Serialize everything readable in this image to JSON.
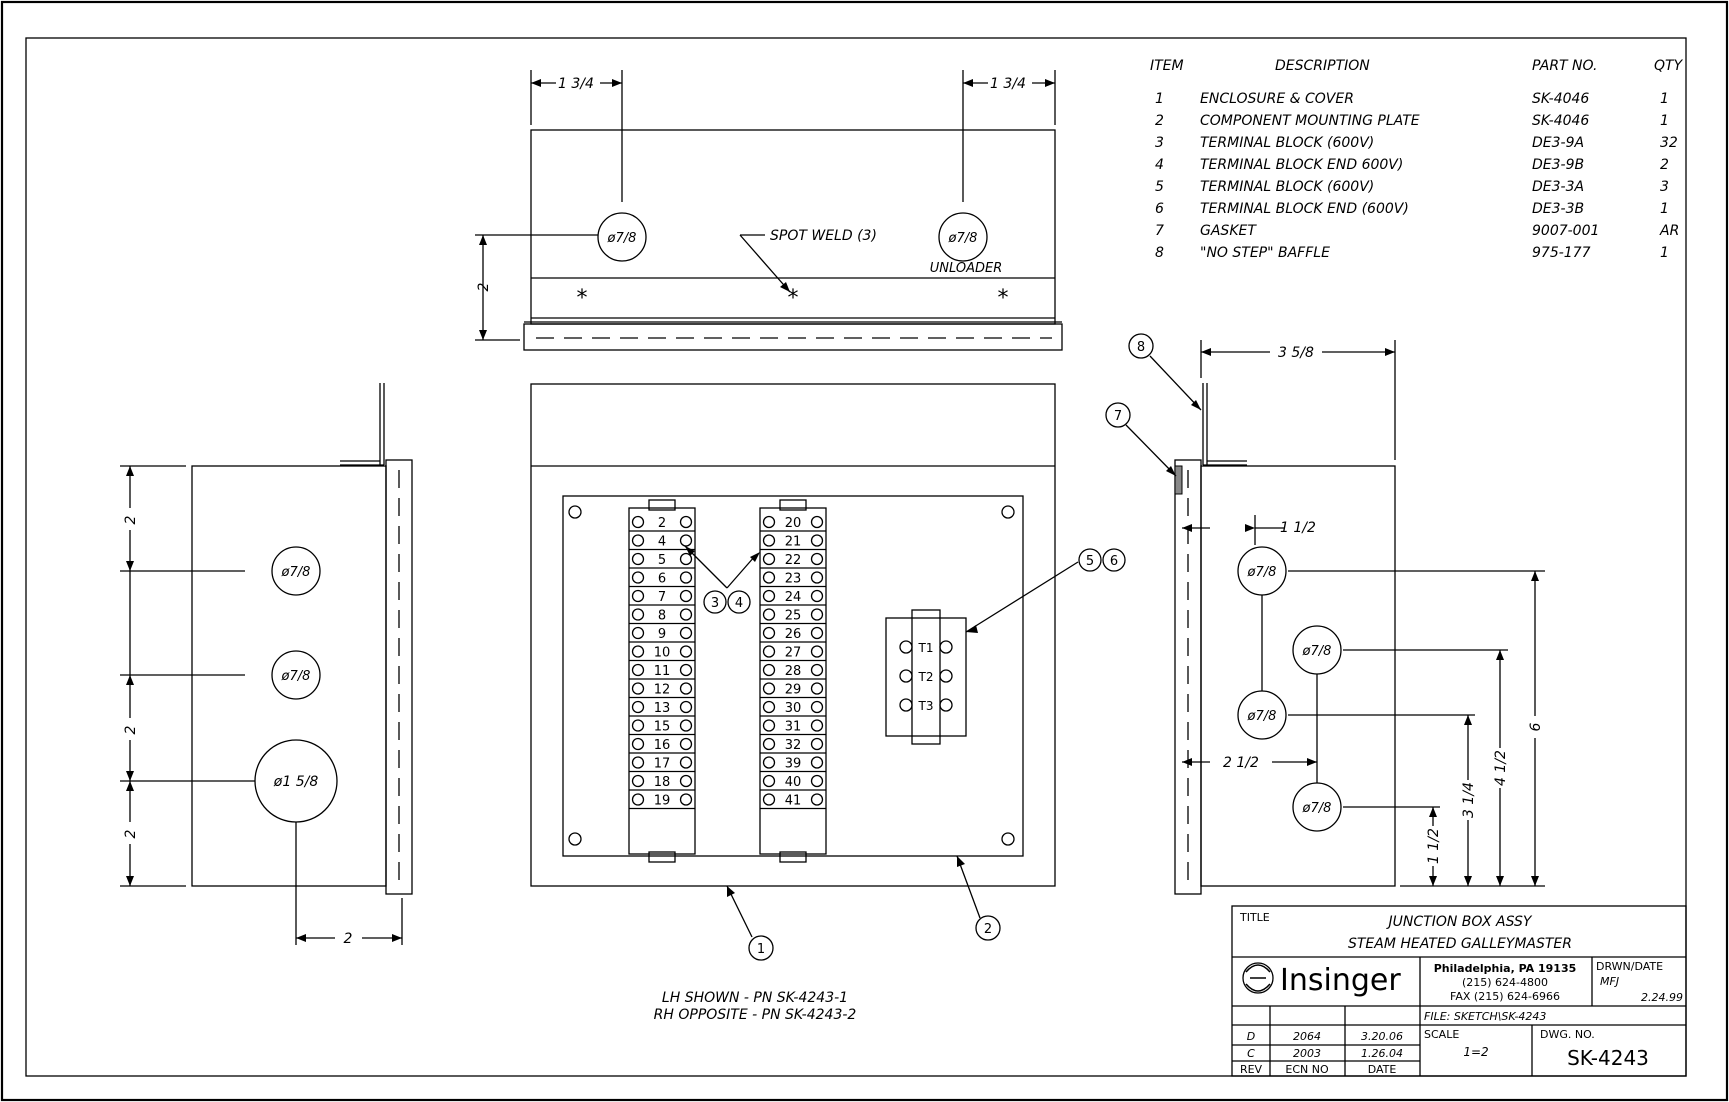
{
  "parts_table": {
    "headers": {
      "item": "ITEM",
      "description": "DESCRIPTION",
      "part_no": "PART NO.",
      "qty": "QTY"
    },
    "rows": [
      {
        "item": "1",
        "description": "ENCLOSURE & COVER",
        "part_no": "SK-4046",
        "qty": "1"
      },
      {
        "item": "2",
        "description": "COMPONENT MOUNTING PLATE",
        "part_no": "SK-4046",
        "qty": "1"
      },
      {
        "item": "3",
        "description": "TERMINAL BLOCK (600V)",
        "part_no": "DE3-9A",
        "qty": "32"
      },
      {
        "item": "4",
        "description": "TERMINAL BLOCK END 600V)",
        "part_no": "DE3-9B",
        "qty": "2"
      },
      {
        "item": "5",
        "description": "TERMINAL BLOCK (600V)",
        "part_no": "DE3-3A",
        "qty": "3"
      },
      {
        "item": "6",
        "description": "TERMINAL BLOCK END (600V)",
        "part_no": "DE3-3B",
        "qty": "1"
      },
      {
        "item": "7",
        "description": "GASKET",
        "part_no": "9007-001",
        "qty": "AR"
      },
      {
        "item": "8",
        "description": "\"NO STEP\" BAFFLE",
        "part_no": "975-177",
        "qty": "1"
      }
    ]
  },
  "top_view": {
    "dim_left": "1 3/4",
    "dim_right": "1 3/4",
    "dim_height": "2",
    "hole_left": "ø7/8",
    "hole_right": "ø7/8",
    "spot_weld": "SPOT WELD (3)",
    "unloader": "UNLOADER"
  },
  "left_view": {
    "dim_v1": "2",
    "dim_v2": "2",
    "dim_v3": "2",
    "dim_bottom": "2",
    "hole1": "ø7/8",
    "hole2": "ø7/8",
    "hole3": "ø1 5/8"
  },
  "front_view": {
    "left_strip": [
      "2",
      "4",
      "5",
      "6",
      "7",
      "8",
      "9",
      "10",
      "11",
      "12",
      "13",
      "15",
      "16",
      "17",
      "18",
      "19"
    ],
    "right_strip": [
      "20",
      "21",
      "22",
      "23",
      "24",
      "25",
      "26",
      "27",
      "28",
      "29",
      "30",
      "31",
      "32",
      "39",
      "40",
      "41"
    ],
    "t_block": [
      "T1",
      "T2",
      "T3"
    ],
    "note_line1": "LH SHOWN - PN SK-4243-1",
    "note_line2": "RH OPPOSITE - PN SK-4243-2"
  },
  "balloons": {
    "b1": "1",
    "b2": "2",
    "b3": "3",
    "b4": "4",
    "b5": "5",
    "b6": "6",
    "b7": "7",
    "b8": "8"
  },
  "right_view": {
    "dim_width": "3 5/8",
    "dim_1_1_2": "1 1/2",
    "dim_2_1_2": "2 1/2",
    "dim_v_1_1_2": "1 1/2",
    "dim_v_3_1_4": "3 1/4",
    "dim_v_4_1_2": "4 1/2",
    "dim_v_6": "6",
    "hole1": "ø7/8",
    "hole2": "ø7/8",
    "hole3": "ø7/8",
    "hole4": "ø7/8"
  },
  "title_block": {
    "title_label": "TITLE",
    "title_line1": "JUNCTION BOX ASSY",
    "title_line2": "STEAM HEATED GALLEYMASTER",
    "company": "Insinger",
    "address": "Philadelphia, PA 19135",
    "phone": "(215) 624-4800",
    "fax": "FAX (215) 624-6966",
    "drwn_label": "DRWN/DATE",
    "drwn_by": "MFJ",
    "drwn_date": "2.24.99",
    "file": "FILE: SKETCH\\SK-4243",
    "scale_label": "SCALE",
    "scale": "1=2",
    "dwg_label": "DWG. NO.",
    "dwg_no": "SK-4243",
    "rev_rows": [
      {
        "rev": "D",
        "ecn": "2064",
        "date": "3.20.06"
      },
      {
        "rev": "C",
        "ecn": "2003",
        "date": "1.26.04"
      }
    ],
    "rev_header": {
      "rev": "REV",
      "ecn": "ECN NO",
      "date": "DATE"
    }
  }
}
